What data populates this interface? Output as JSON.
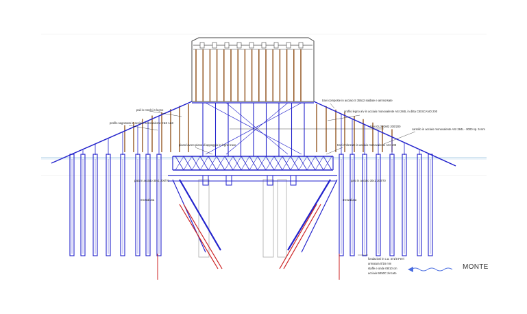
{
  "annotations": {
    "pali_legno": "pali in ronchi in legno",
    "profilo_sagomato": "profilo sagomato in acciaio monovalente Y&S 1&8",
    "travi_composte": "travi composte in acciaio S 355J2 saldate e ammorsate",
    "profilo_legno": "profilo legno a/v in acciaio monovalente ASI 284L in ditta CIESCANO 200",
    "travi_correnti": "travi GL30DM3 200/200",
    "carrello_monte": "carrello in acciaio monovalente ASI 284L - 0000 sp. 5 mm",
    "piano_lavoro": "piano lavoro piano di appoggio in legno trave",
    "travi_rinforzo": "travi rinforzate in acciaio monovalente ASI 108",
    "palo_sx": "palo in acciaio 30x1 200/70",
    "palo_dx": "palo in acciaio 30x1 200/70",
    "mezzaluna_sx": "mezzaluna",
    "mezzaluna_dx": "mezzaluna",
    "legend_line1": "fondazioni in c.a. 471/0 Ferri",
    "legend_line2": "armatura 0/16 mm",
    "legend_line3": "staffe e onde 08/10 cm",
    "legend_line4": "acciaio B450C zincato",
    "flow_label": "MONTE"
  },
  "colors": {
    "scaffold": "#2222cc",
    "timber": "#8b4a12",
    "pier": "#444444",
    "ghost_pier": "#aaaaaa",
    "raker": "#cc2222",
    "water": "#bcd8ea",
    "flow_arrow": "#4a6de0"
  }
}
